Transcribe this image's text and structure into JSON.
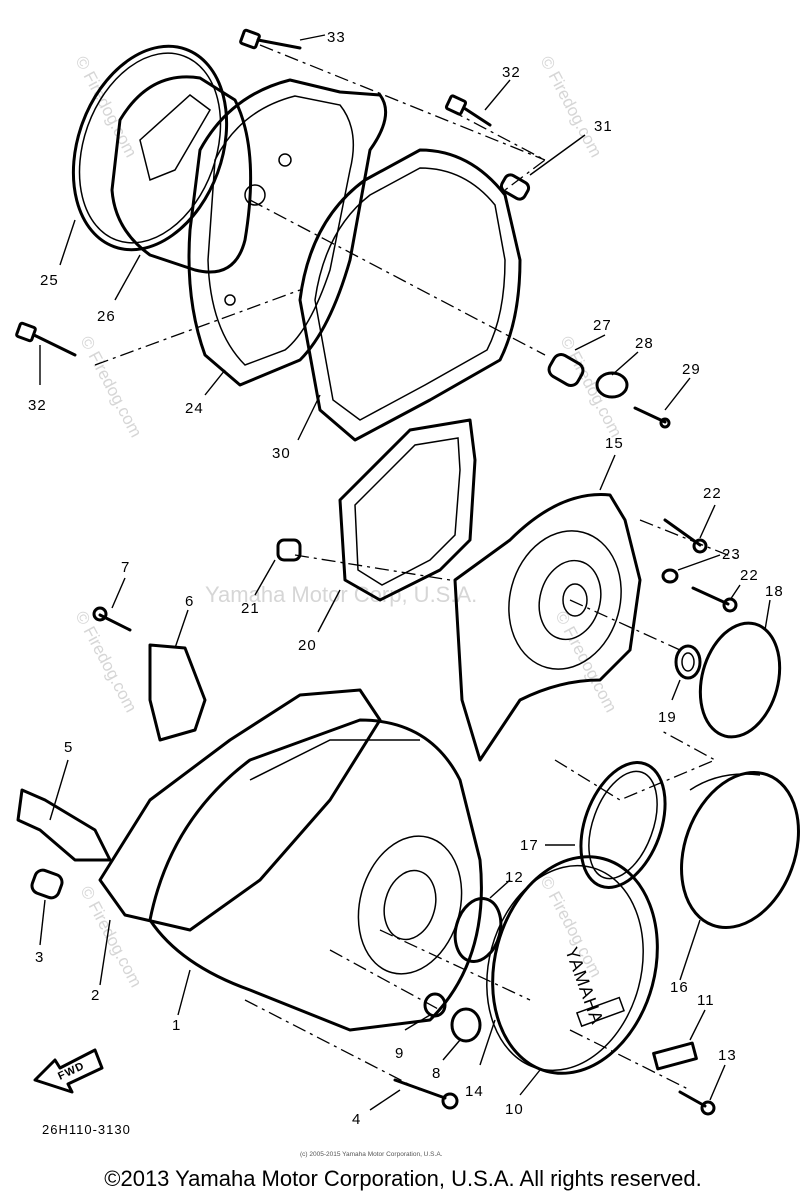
{
  "watermarks": {
    "firedog": "© Firedog.com",
    "center": "Yamaha Motor Corp, U.S.A."
  },
  "callouts": [
    "33",
    "32",
    "31",
    "25",
    "26",
    "27",
    "28",
    "29",
    "32",
    "24",
    "30",
    "15",
    "22",
    "23",
    "22",
    "18",
    "7",
    "6",
    "21",
    "20",
    "19",
    "5",
    "17",
    "12",
    "3",
    "2",
    "1",
    "16",
    "11",
    "13",
    "9",
    "8",
    "14",
    "10",
    "4"
  ],
  "fwd_label": "FWD",
  "diagram_code": "26H110-3130",
  "small_notice": "(c) 2005-2015 Yamaha Motor Corporation, U.S.A.",
  "copyright": "©2013 Yamaha Motor Corporation, U.S.A. All rights reserved.",
  "badge_text": "YAMAHA"
}
